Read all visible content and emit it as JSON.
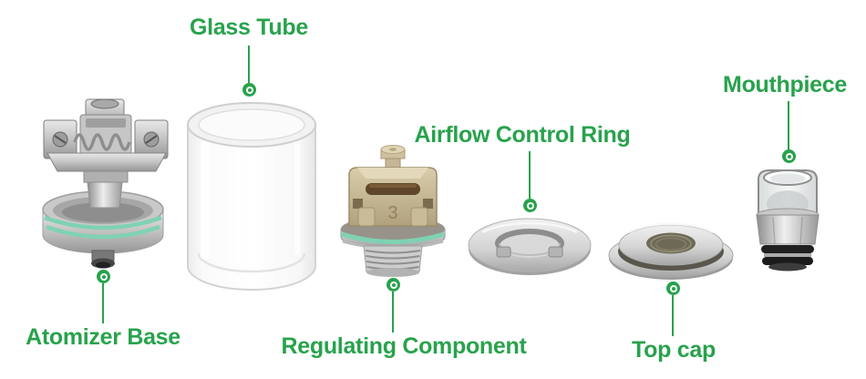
{
  "diagram": {
    "accent_color": "#28a24c",
    "oring_color": "#7fd2b3",
    "callouts": {
      "glass_tube": {
        "label": "Glass Tube"
      },
      "mouthpiece": {
        "label": "Mouthpiece"
      },
      "airflow_control_ring": {
        "label": "Airflow Control Ring"
      },
      "atomizer_base": {
        "label": "Atomizer Base"
      },
      "regulating_component": {
        "label": "Regulating Component"
      },
      "top_cap": {
        "label": "Top cap"
      }
    },
    "markings": {
      "regulating_component_number": "3"
    }
  }
}
